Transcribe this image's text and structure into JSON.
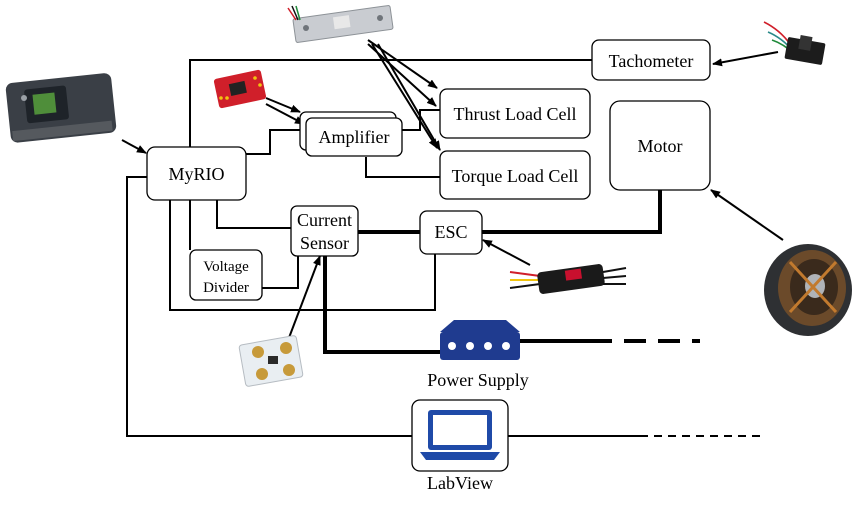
{
  "nodes": {
    "myrio": "MyRIO",
    "amplifier": "Amplifier",
    "thrust_load_cell": "Thrust Load Cell",
    "torque_load_cell": "Torque Load Cell",
    "tachometer": "Tachometer",
    "motor": "Motor",
    "current_sensor_line1": "Current",
    "current_sensor_line2": "Sensor",
    "esc": "ESC",
    "voltage_divider_line1": "Voltage",
    "voltage_divider_line2": "Divider"
  },
  "captions": {
    "power_supply": "Power Supply",
    "labview": "LabView"
  },
  "icons": [
    "myrio-device-photo",
    "amplifier-board-photo",
    "load-cell-photo",
    "tachometer-sensor-photo",
    "brushless-motor-photo",
    "esc-module-photo",
    "current-sensor-board-photo",
    "power-supply-icon",
    "laptop-icon"
  ],
  "colors": {
    "line": "#000000",
    "power_supply_blue": "#1f3b8f",
    "laptop_blue": "#1f4aa8",
    "amp_board_red": "#d01f2a",
    "esc_red": "#c8102e"
  }
}
